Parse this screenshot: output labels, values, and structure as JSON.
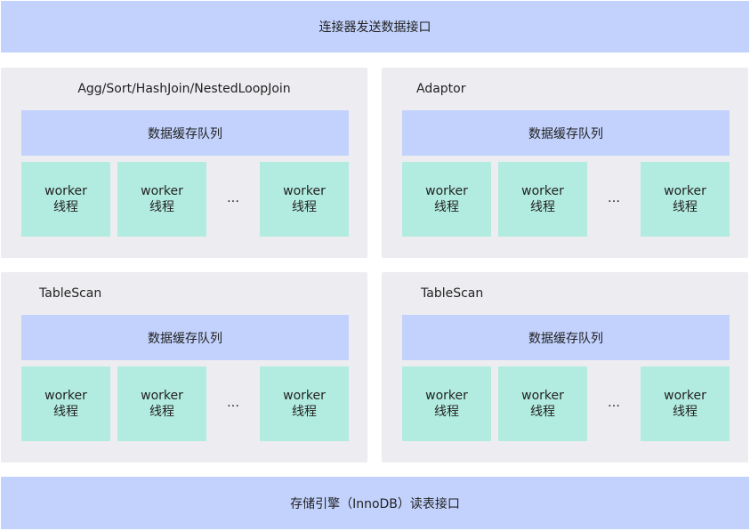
{
  "top_bar": {
    "label": "连接器发送数据接口"
  },
  "bottom_bar": {
    "label": "存储引擎（InnoDB）读表接口"
  },
  "panels": [
    {
      "title": "Agg/Sort/HashJoin/NestedLoopJoin",
      "queue_label": "数据缓存队列",
      "workers": [
        {
          "line1": "worker",
          "line2": "线程"
        },
        {
          "line1": "worker",
          "line2": "线程"
        },
        {
          "line1": "worker",
          "line2": "线程"
        }
      ],
      "ellipsis": "…"
    },
    {
      "title": "Adaptor",
      "queue_label": "数据缓存队列",
      "workers": [
        {
          "line1": "worker",
          "line2": "线程"
        },
        {
          "line1": "worker",
          "line2": "线程"
        },
        {
          "line1": "worker",
          "line2": "线程"
        }
      ],
      "ellipsis": "…"
    },
    {
      "title": "TableScan",
      "queue_label": "数据缓存队列",
      "workers": [
        {
          "line1": "worker",
          "line2": "线程"
        },
        {
          "line1": "worker",
          "line2": "线程"
        },
        {
          "line1": "worker",
          "line2": "线程"
        }
      ],
      "ellipsis": "…"
    },
    {
      "title": "TableScan",
      "queue_label": "数据缓存队列",
      "workers": [
        {
          "line1": "worker",
          "line2": "线程"
        },
        {
          "line1": "worker",
          "line2": "线程"
        },
        {
          "line1": "worker",
          "line2": "线程"
        }
      ],
      "ellipsis": "…"
    }
  ],
  "colors": {
    "interface_bar": "#c2d2fd",
    "panel_background": "#ededf1",
    "queue": "#c2d2fd",
    "worker": "#b2ece0"
  }
}
